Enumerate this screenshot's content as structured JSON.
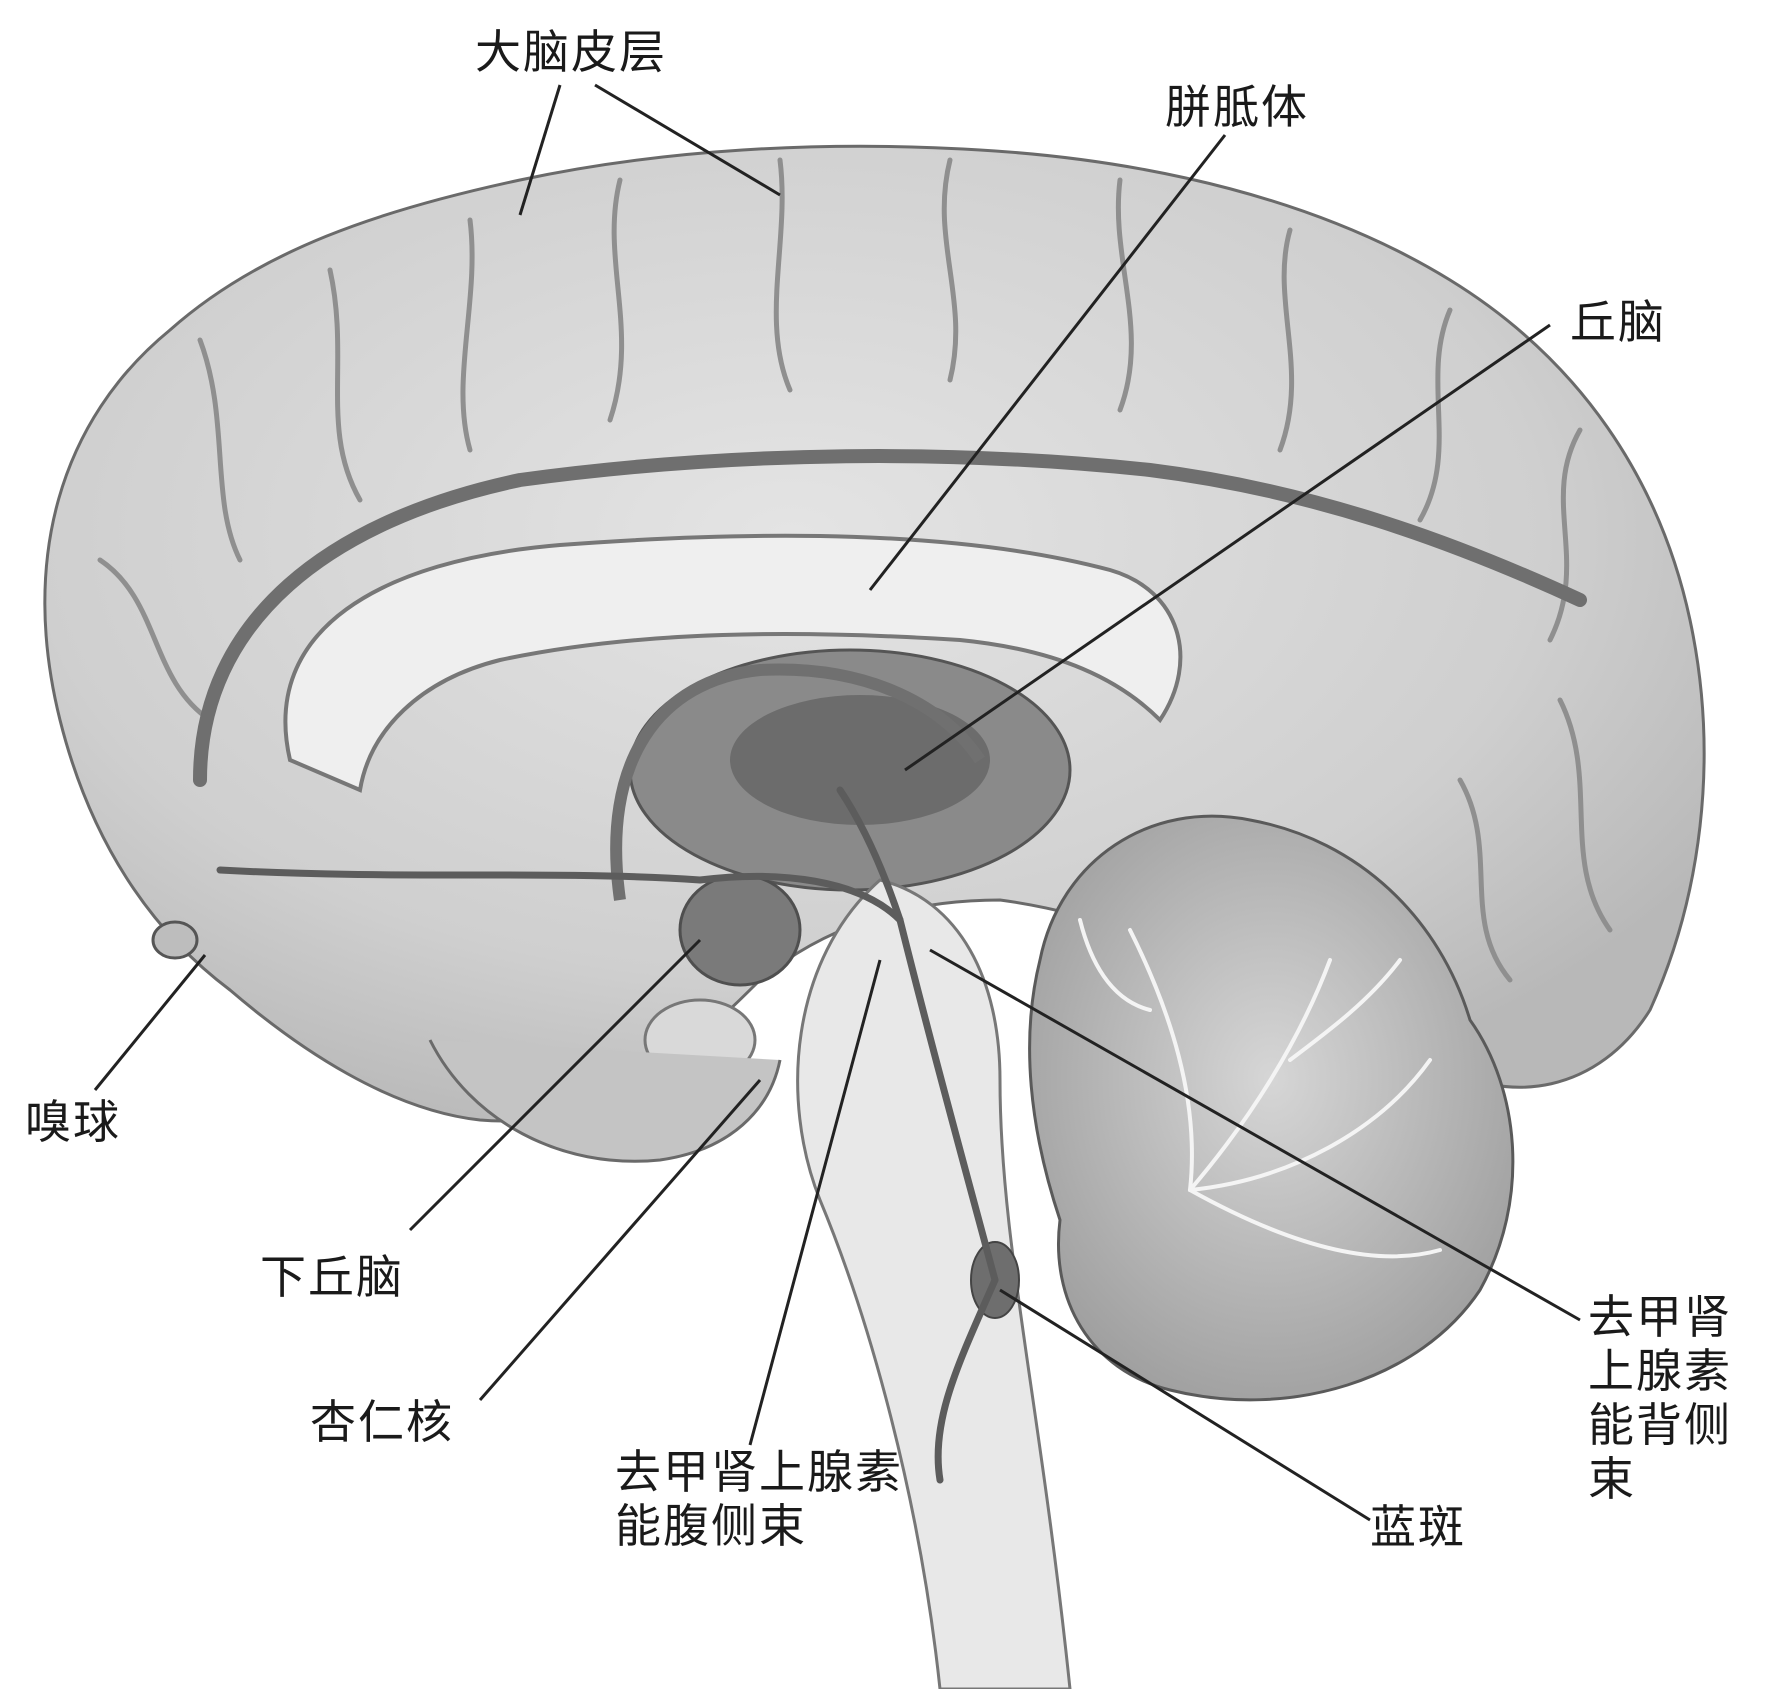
{
  "labels": {
    "cerebral_cortex": "大脑皮层",
    "corpus_callosum": "胼胝体",
    "thalamus": "丘脑",
    "olfactory_bulb": "嗅球",
    "hypothalamus": "下丘脑",
    "amygdala": "杏仁核",
    "ventral_bundle": "去甲肾上腺素\n能腹侧束",
    "locus_coeruleus": "蓝斑",
    "dorsal_bundle": "去甲肾\n上腺素\n能背侧束"
  }
}
